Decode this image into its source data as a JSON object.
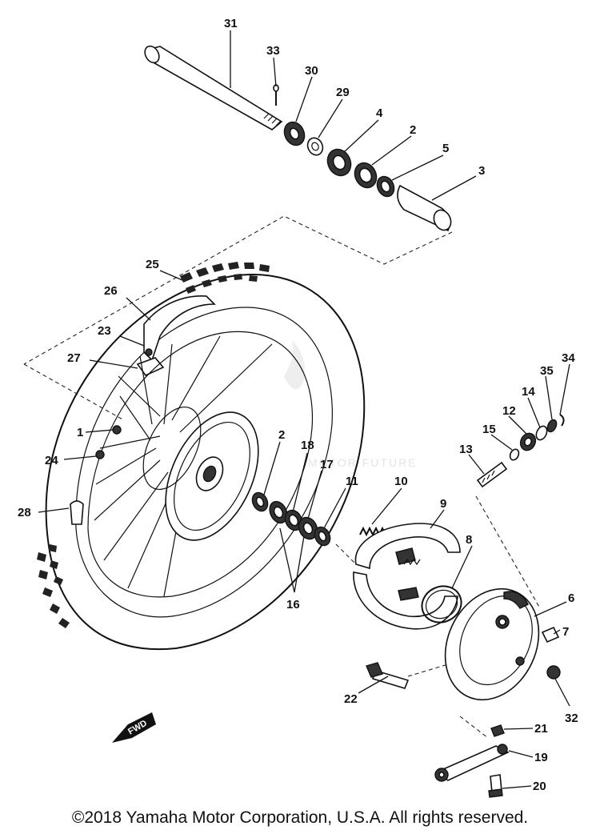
{
  "diagram": {
    "parts": [
      {
        "id": "p31",
        "number": "31"
      },
      {
        "id": "p33",
        "number": "33"
      },
      {
        "id": "p30",
        "number": "30"
      },
      {
        "id": "p29",
        "number": "29"
      },
      {
        "id": "p4",
        "number": "4"
      },
      {
        "id": "p2a",
        "number": "2"
      },
      {
        "id": "p5",
        "number": "5"
      },
      {
        "id": "p3",
        "number": "3"
      },
      {
        "id": "p25",
        "number": "25"
      },
      {
        "id": "p26",
        "number": "26"
      },
      {
        "id": "p23",
        "number": "23"
      },
      {
        "id": "p27",
        "number": "27"
      },
      {
        "id": "p1",
        "number": "1"
      },
      {
        "id": "p24",
        "number": "24"
      },
      {
        "id": "p28",
        "number": "28"
      },
      {
        "id": "p2b",
        "number": "2"
      },
      {
        "id": "p18",
        "number": "18"
      },
      {
        "id": "p17",
        "number": "17"
      },
      {
        "id": "p11",
        "number": "11"
      },
      {
        "id": "p10",
        "number": "10"
      },
      {
        "id": "p16",
        "number": "16"
      },
      {
        "id": "p9",
        "number": "9"
      },
      {
        "id": "p8",
        "number": "8"
      },
      {
        "id": "p34",
        "number": "34"
      },
      {
        "id": "p35",
        "number": "35"
      },
      {
        "id": "p14",
        "number": "14"
      },
      {
        "id": "p12",
        "number": "12"
      },
      {
        "id": "p15",
        "number": "15"
      },
      {
        "id": "p13",
        "number": "13"
      },
      {
        "id": "p6",
        "number": "6"
      },
      {
        "id": "p7",
        "number": "7"
      },
      {
        "id": "p32",
        "number": "32"
      },
      {
        "id": "p22",
        "number": "22"
      },
      {
        "id": "p21",
        "number": "21"
      },
      {
        "id": "p19",
        "number": "19"
      },
      {
        "id": "p20",
        "number": "20"
      }
    ],
    "direction_marker": "FWD",
    "watermark_text": "MOTOR FUTURE"
  },
  "footer": {
    "copyright": "©2018 Yamaha Motor Corporation, U.S.A. All rights reserved."
  }
}
